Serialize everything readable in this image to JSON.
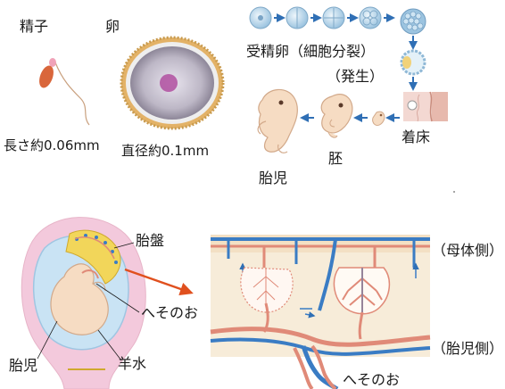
{
  "top": {
    "sperm_label": "精子",
    "egg_label": "卵",
    "sperm_size": "長さ約0.06mm",
    "egg_size": "直径約0.1mm",
    "fertilized_line1": "受精卵（細胞分裂）",
    "fertilized_line2": "（発生）",
    "implantation": "着床",
    "embryo": "胚",
    "fetus": "胎児"
  },
  "bottom": {
    "placenta": "胎盤",
    "umbilical_cord": "へそのお",
    "fetus": "胎児",
    "amniotic_fluid": "羊水",
    "maternal_side": "（母体側）",
    "fetal_side": "（胎児側）",
    "umbilical_cord_detail": "へそのお"
  },
  "colors": {
    "arrow_blue": "#2f6fb5",
    "vessel_blue": "#3a7cc4",
    "vessel_red": "#e08a78",
    "sperm_orange": "#d9663b",
    "egg_purple": "#b04fa0",
    "fetus_skin": "#f6dcc3",
    "uterus_pink": "#f3c9dc",
    "amnion_blue": "#c9e3f4",
    "placenta_yellow": "#f2d65a",
    "pointer_orange": "#e0501e"
  }
}
